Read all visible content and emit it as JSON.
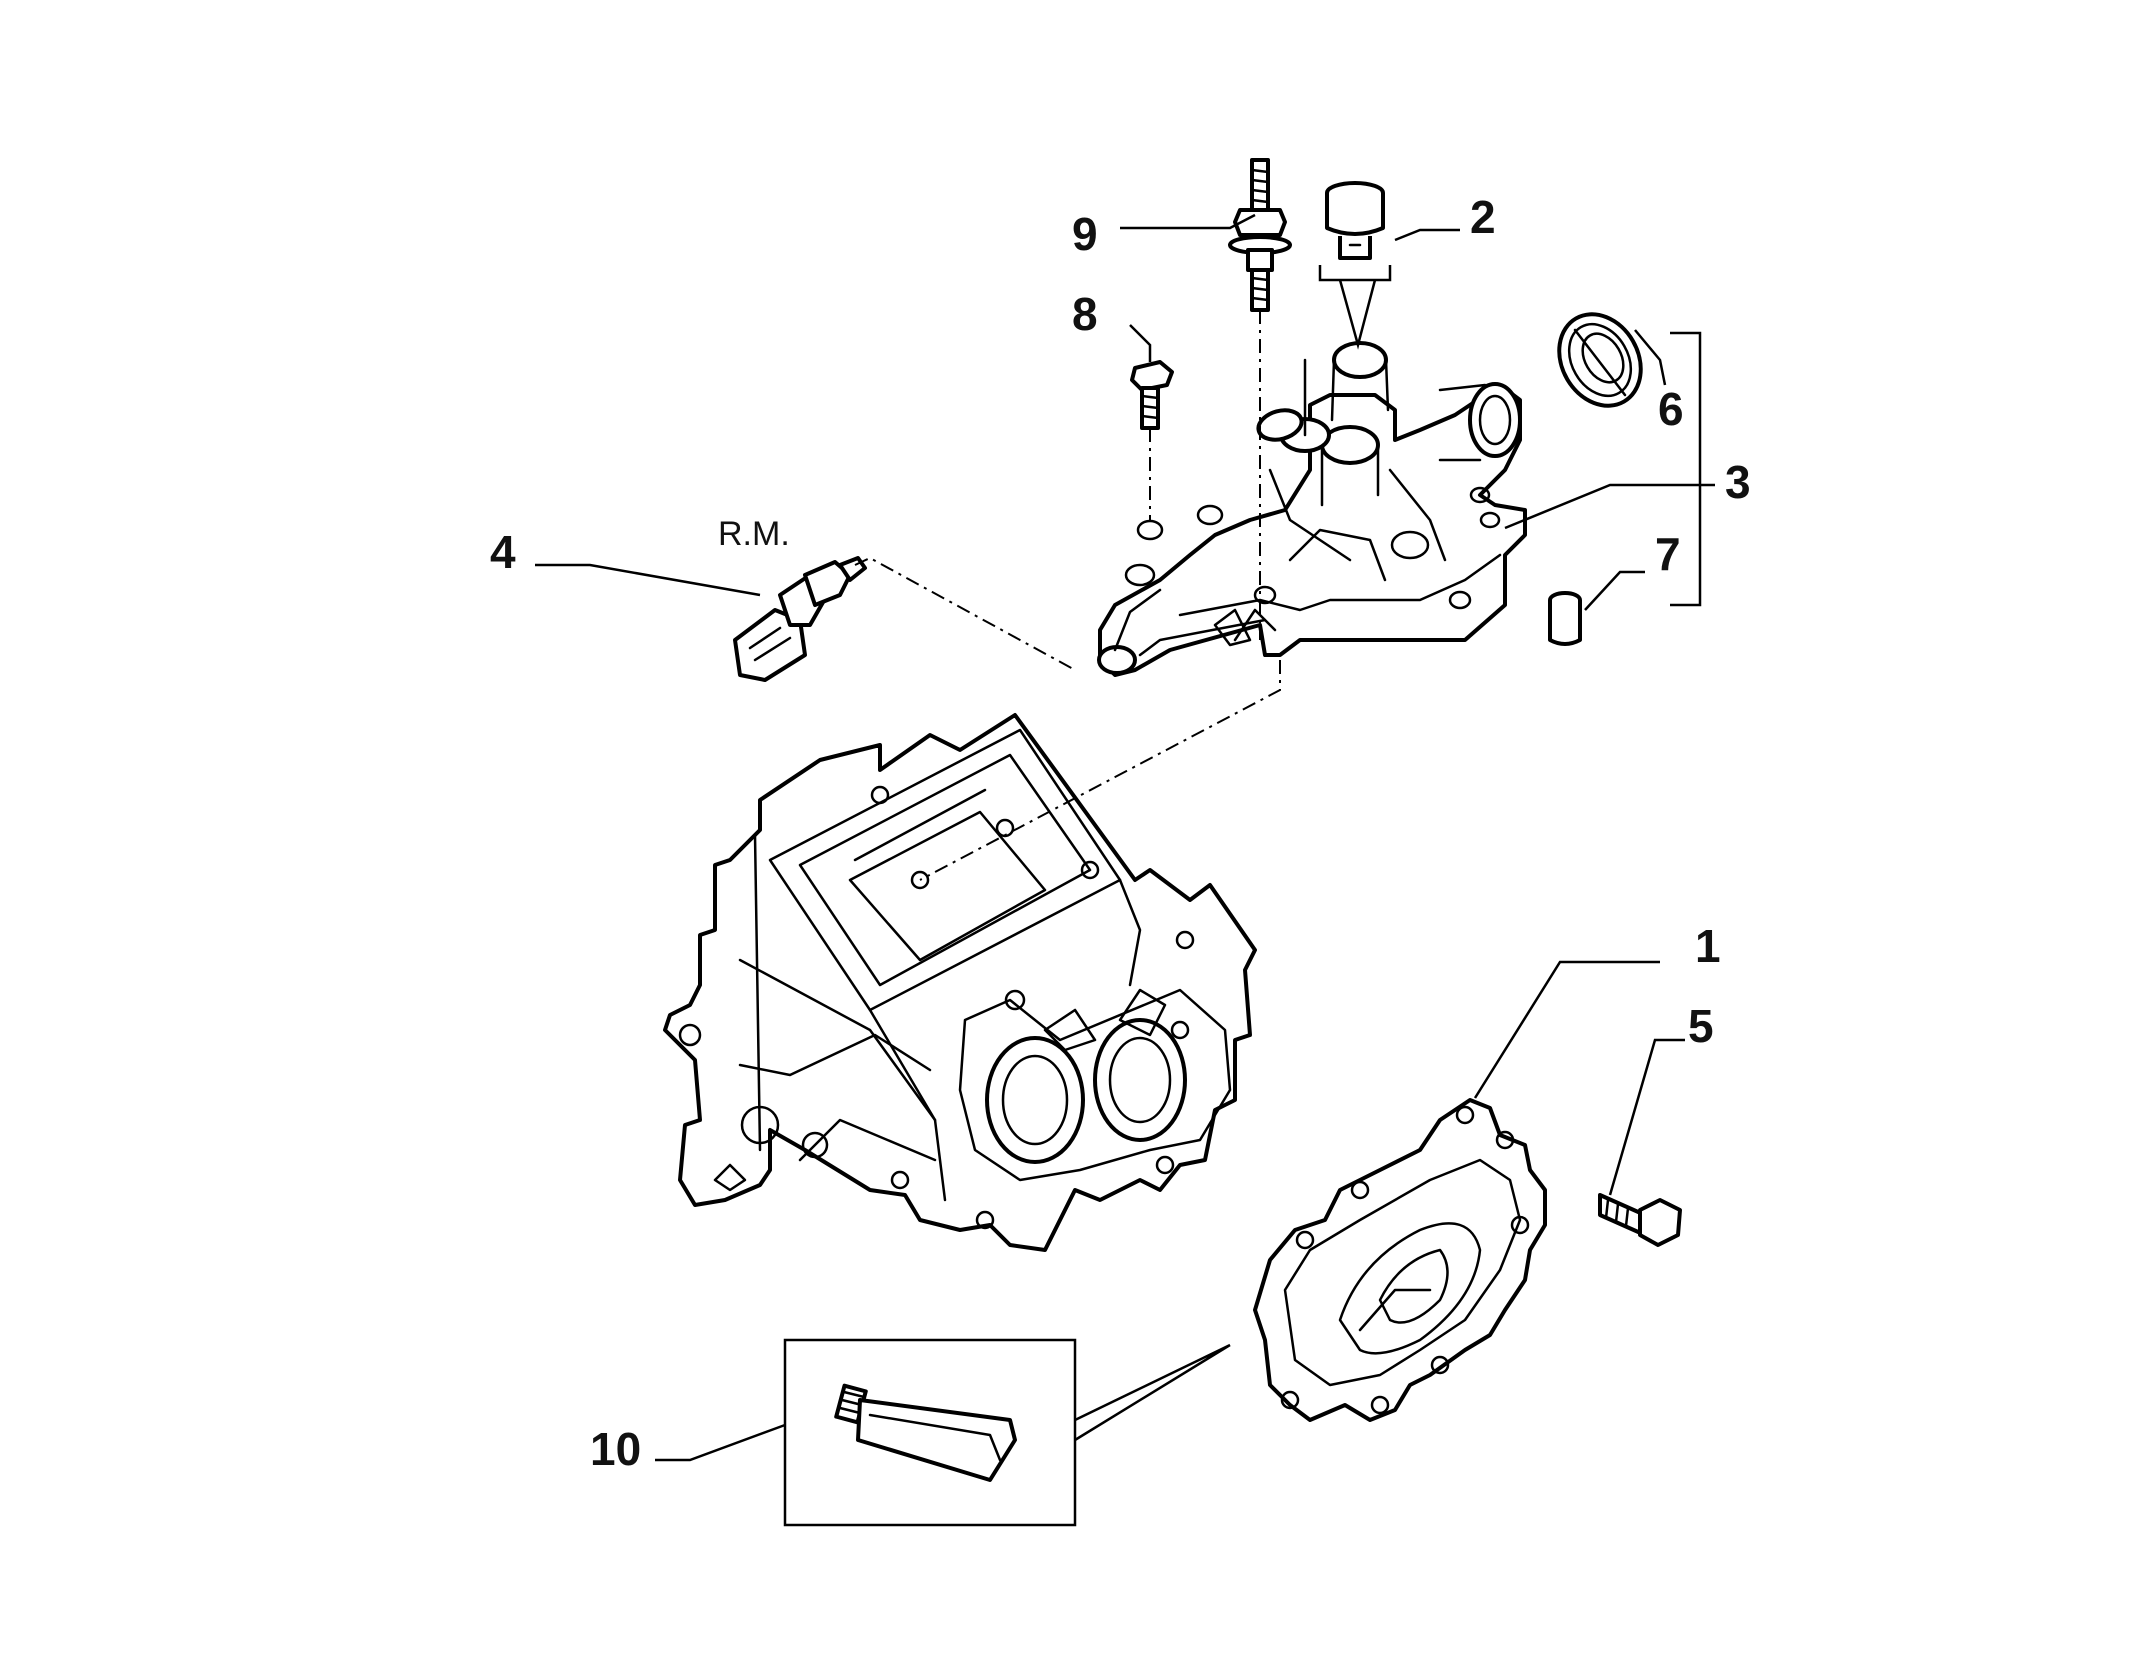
{
  "callouts": {
    "c1": "1",
    "c2": "2",
    "c3": "3",
    "c4": "4",
    "c5": "5",
    "c6": "6",
    "c7": "7",
    "c8": "8",
    "c9": "9",
    "c10": "10"
  },
  "notes": {
    "rm": "R.M."
  },
  "parts": [
    {
      "id": "1",
      "icon": "gear-cover-icon"
    },
    {
      "id": "2",
      "icon": "cap-icon"
    },
    {
      "id": "3",
      "icon": "selector-housing-icon"
    },
    {
      "id": "4",
      "icon": "sensor-switch-icon"
    },
    {
      "id": "5",
      "icon": "bolt-icon"
    },
    {
      "id": "6",
      "icon": "oil-seal-icon"
    },
    {
      "id": "7",
      "icon": "bushing-icon"
    },
    {
      "id": "8",
      "icon": "screw-icon"
    },
    {
      "id": "9",
      "icon": "stud-icon"
    },
    {
      "id": "10",
      "icon": "sealant-tube-icon"
    }
  ]
}
